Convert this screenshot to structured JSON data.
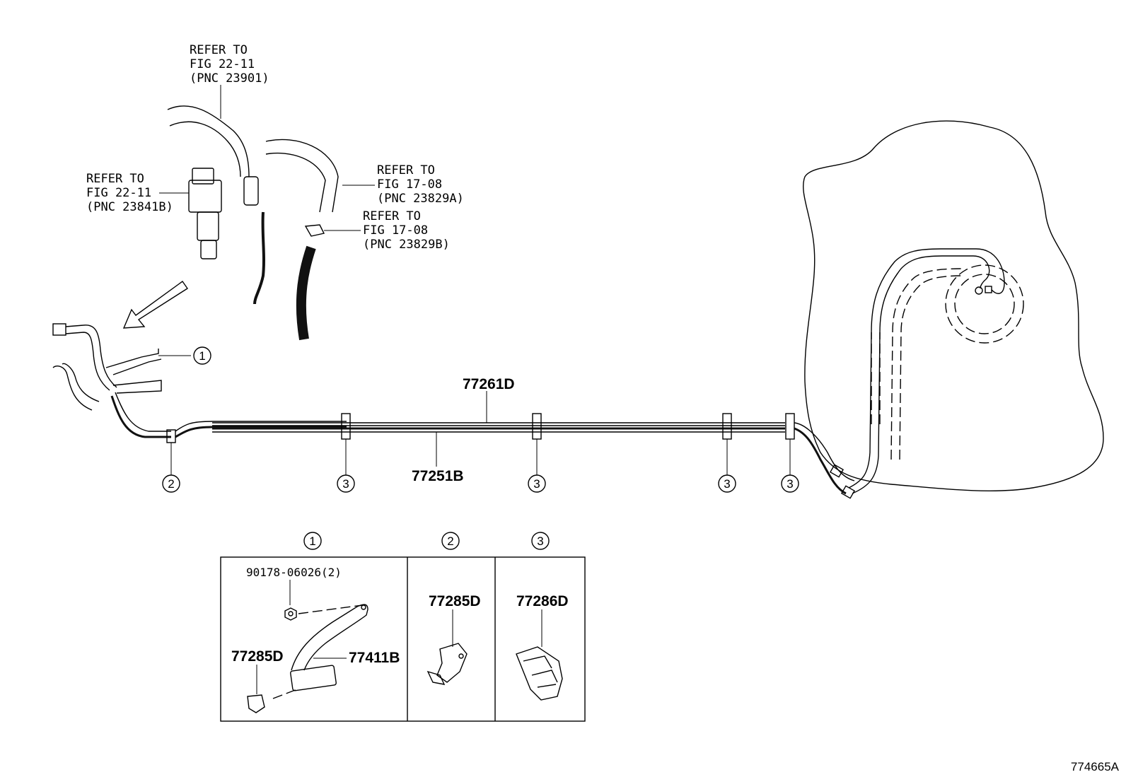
{
  "refs": {
    "ref1": [
      "REFER TO",
      "FIG 22-11",
      "(PNC 23901)"
    ],
    "ref2": [
      "REFER TO",
      "FIG 22-11",
      "(PNC 23841B)"
    ],
    "ref3": [
      "REFER TO",
      "FIG 17-08",
      "(PNC 23829A)"
    ],
    "ref4": [
      "REFER TO",
      "FIG 17-08",
      "(PNC 23829B)"
    ]
  },
  "parts": {
    "tube_upper": "77261D",
    "tube_lower": "77251B"
  },
  "callouts": {
    "c1": "1",
    "c2": "2",
    "c3": "3"
  },
  "detail": {
    "box1": {
      "circle": "1",
      "bolt": "90178-06026(2)",
      "clamp": "77285D",
      "bracket": "77411B"
    },
    "box2": {
      "circle": "2",
      "clamp": "77285D"
    },
    "box3": {
      "circle": "3",
      "clamp": "77286D"
    }
  },
  "figure_id": "774665A"
}
